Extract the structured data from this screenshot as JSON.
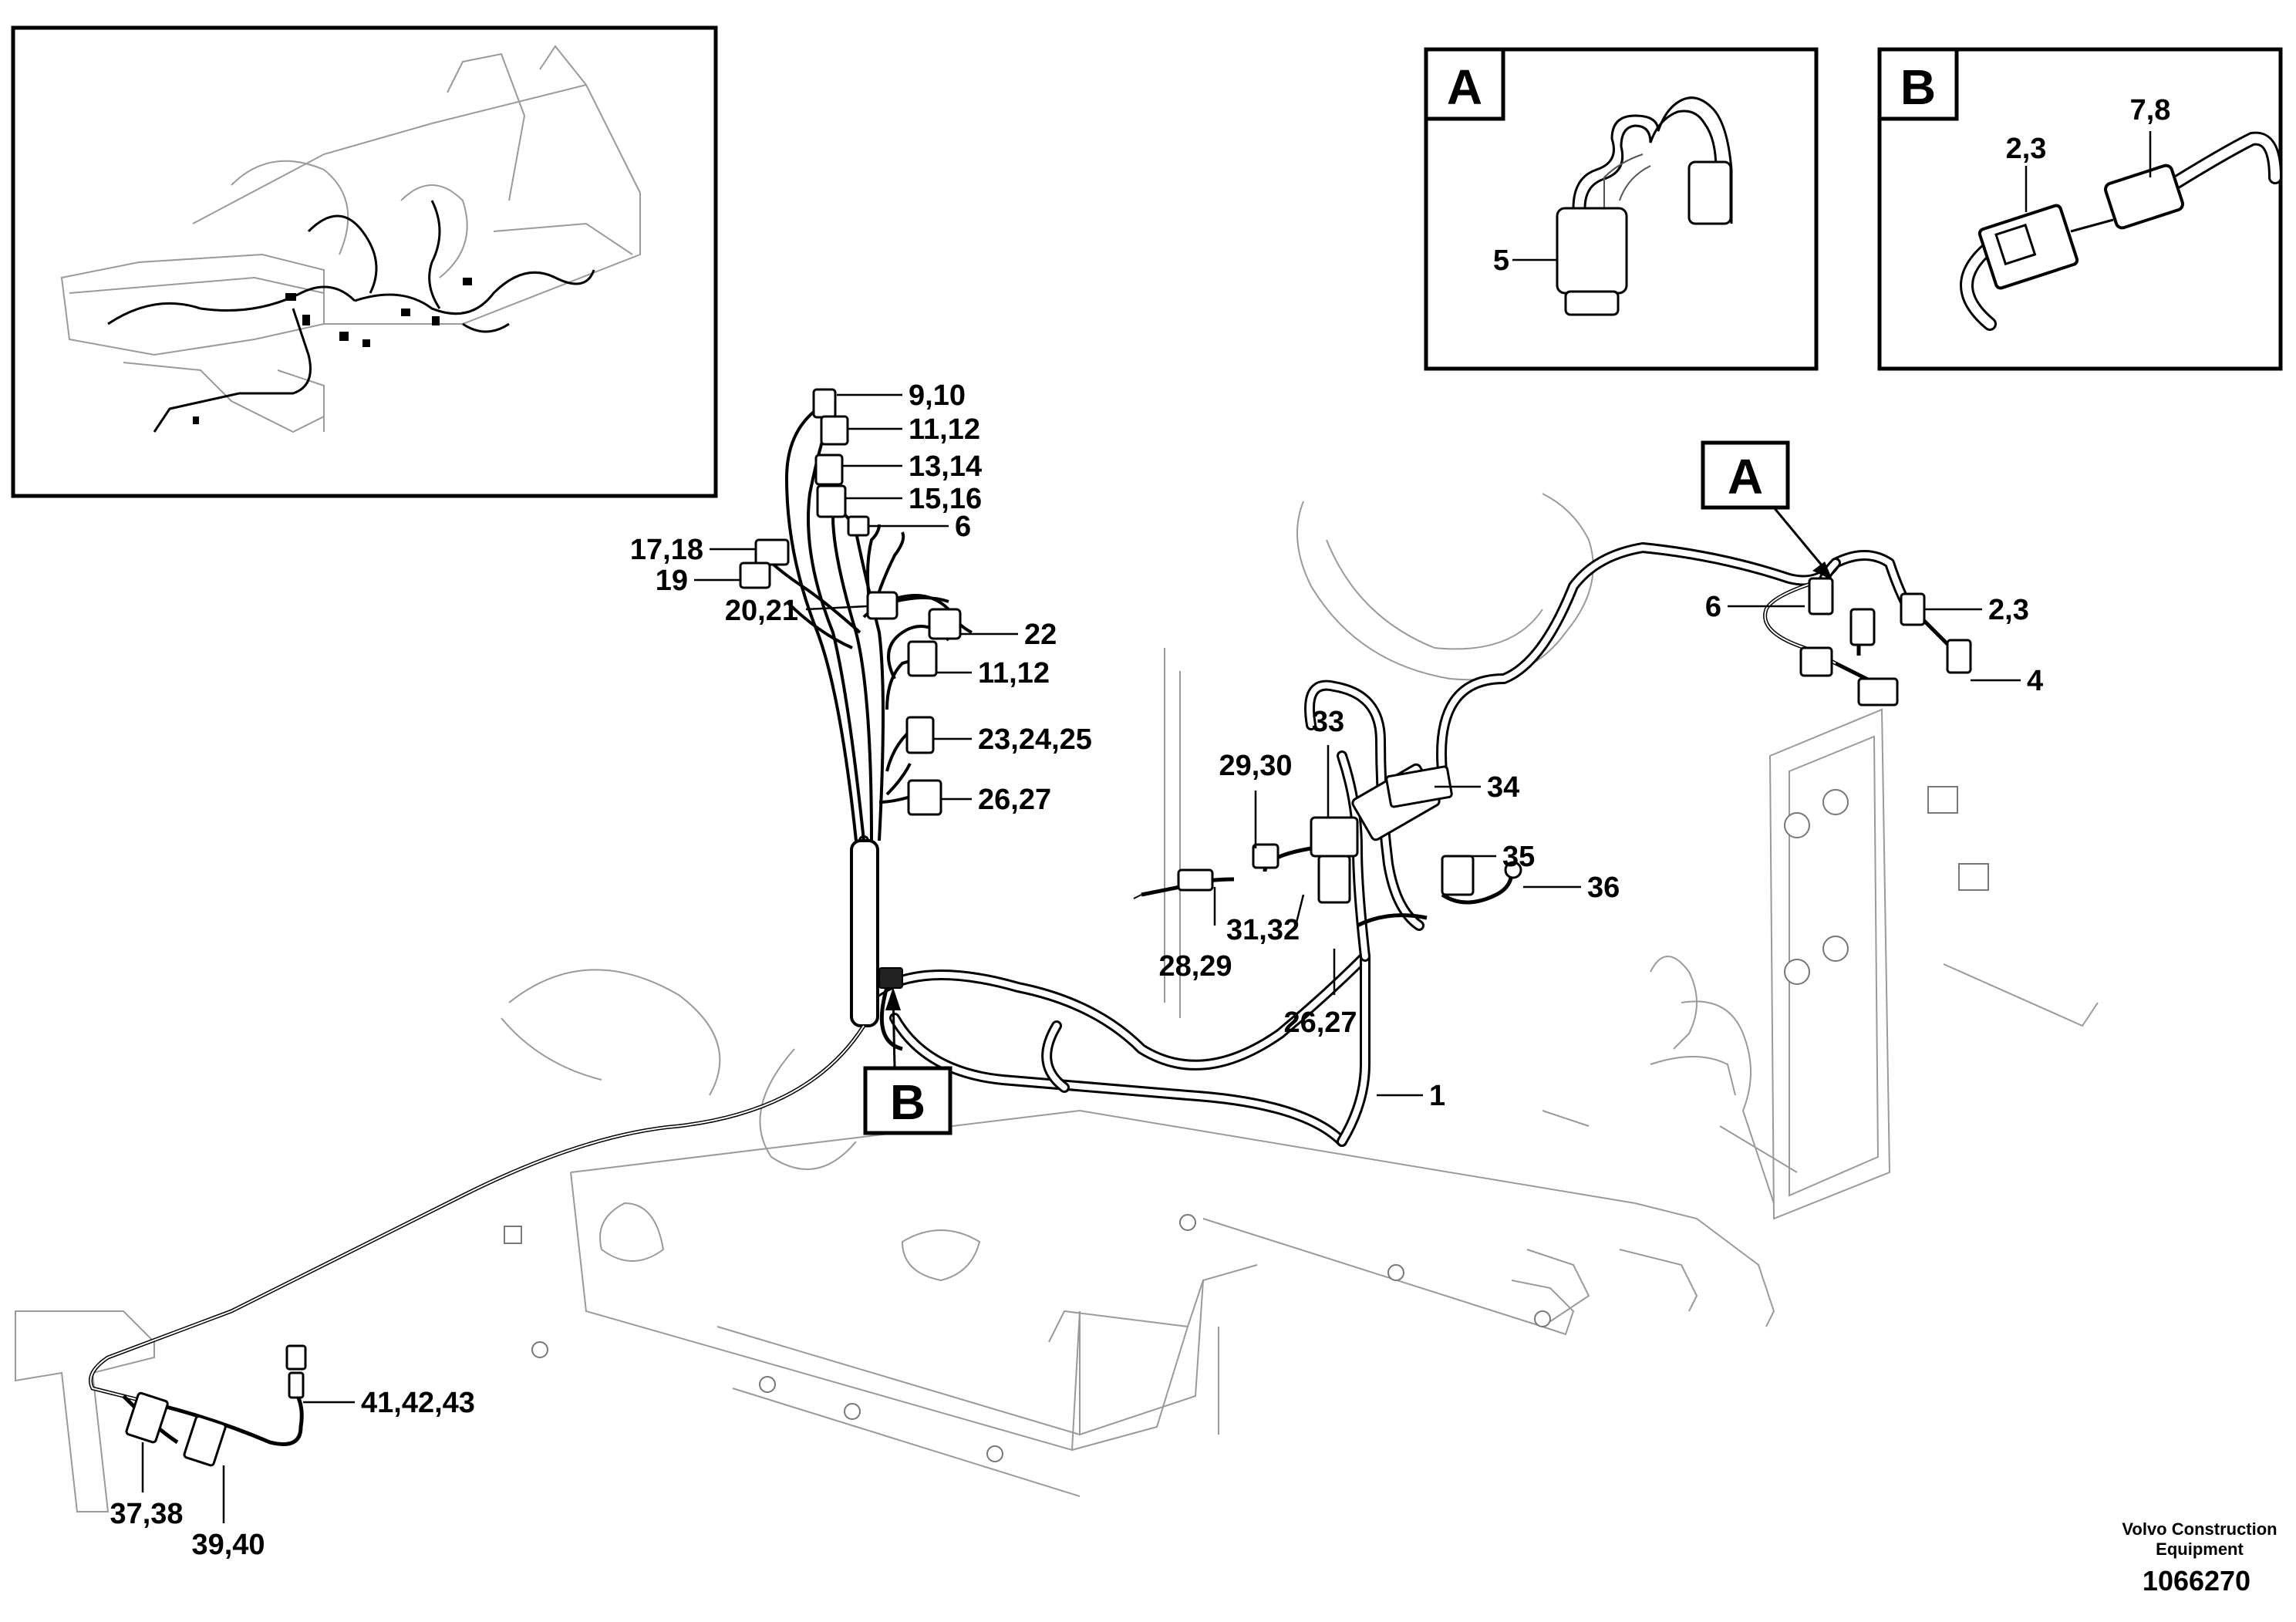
{
  "diagram": {
    "detail_views": [
      {
        "letter": "A",
        "callouts": [
          "5"
        ]
      },
      {
        "letter": "B",
        "callouts": [
          "2,3",
          "7,8"
        ]
      }
    ],
    "view_markers": [
      "A",
      "B"
    ],
    "callouts": {
      "c_9_10": "9,10",
      "c_11_12_a": "11,12",
      "c_13_14": "13,14",
      "c_15_16": "15,16",
      "c_6_a": "6",
      "c_17_18": "17,18",
      "c_19": "19",
      "c_20_21": "20,21",
      "c_22": "22",
      "c_11_12_b": "11,12",
      "c_23_24_25": "23,24,25",
      "c_26_27_a": "26,27",
      "c_29_30": "29,30",
      "c_33": "33",
      "c_34": "34",
      "c_35": "35",
      "c_36": "36",
      "c_31_32": "31,32",
      "c_28_29": "28,29",
      "c_26_27_b": "26,27",
      "c_1": "1",
      "c_6_b": "6",
      "c_2_3": "2,3",
      "c_4": "4",
      "c_41_42_43": "41,42,43",
      "c_37_38": "37,38",
      "c_39_40": "39,40"
    },
    "footer": {
      "company_line1": "Volvo Construction",
      "company_line2": "Equipment",
      "doc_number": "1066270"
    }
  }
}
